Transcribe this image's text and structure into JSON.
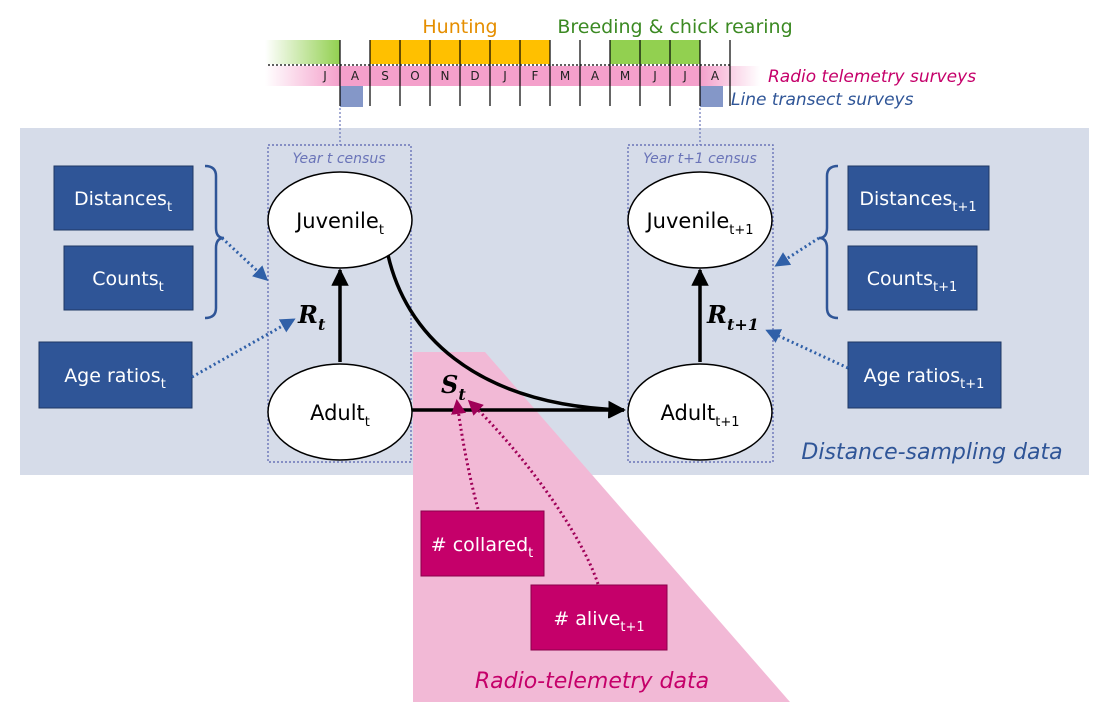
{
  "timeline": {
    "hunting_label": "Hunting",
    "breeding_label": "Breeding & chick rearing",
    "months": [
      "J",
      "A",
      "S",
      "O",
      "N",
      "D",
      "J",
      "F",
      "M",
      "A",
      "M",
      "J",
      "J",
      "A"
    ],
    "radio_label": "Radio telemetry surveys",
    "line_label": "Line transect surveys"
  },
  "census": {
    "year_t": "Year t census",
    "year_t1": "Year t+1 census"
  },
  "nodes": {
    "juvenile_t": {
      "base": "Juvenile",
      "sub": "t"
    },
    "adult_t": {
      "base": "Adult",
      "sub": "t"
    },
    "juvenile_t1": {
      "base": "Juvenile",
      "sub": "t+1"
    },
    "adult_t1": {
      "base": "Adult",
      "sub": "t+1"
    }
  },
  "params": {
    "r_t": {
      "base": "R",
      "sub": "t"
    },
    "r_t1": {
      "base": "R",
      "sub": "t+1"
    },
    "s_t": {
      "base": "S",
      "sub": "t"
    }
  },
  "data_boxes": {
    "distances_t": {
      "base": "Distances",
      "sub": "t"
    },
    "counts_t": {
      "base": "Counts",
      "sub": "t"
    },
    "age_ratios_t": {
      "base": "Age ratios",
      "sub": "t"
    },
    "distances_t1": {
      "base": "Distances",
      "sub": "t+1"
    },
    "counts_t1": {
      "base": "Counts",
      "sub": "t+1"
    },
    "age_ratios_t1": {
      "base": "Age ratios",
      "sub": "t+1"
    },
    "collared_t": {
      "base": "# collared",
      "sub": "t"
    },
    "alive_t1": {
      "base": "# alive",
      "sub": "t+1"
    }
  },
  "region_labels": {
    "distance_sampling": "Distance-sampling data",
    "radio_telemetry": "Radio-telemetry data"
  },
  "colors": {
    "panel_bg": "#d6dce9",
    "box_blue": "#2f5597",
    "box_magenta": "#c5006a",
    "pink_region": "#f2b9d6",
    "hunting": "#ffc000",
    "breeding": "#92d050",
    "radio_band": "#f4a0cb",
    "line_transect": "#8497c8"
  }
}
